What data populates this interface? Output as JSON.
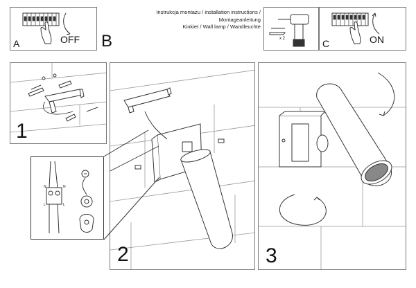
{
  "header": {
    "line1": "Instrukcja montażu / installation instructions / Montageanleitung",
    "line2": "Kinkiet / Wall lamp / Wandleuchte"
  },
  "panel_a": {
    "letter": "A",
    "switch_text": "OFF"
  },
  "panel_b": {
    "letter": "B",
    "screw_count": "x 2"
  },
  "panel_c": {
    "letter": "C",
    "switch_text": "ON"
  },
  "steps": [
    {
      "number": "1"
    },
    {
      "number": "2"
    },
    {
      "number": "3"
    }
  ],
  "wiring": {
    "n_left": "N",
    "l_left": "L",
    "n_right": "N",
    "l_right": "L"
  },
  "colors": {
    "stroke": "#333333",
    "wall_line": "#999999",
    "border": "#777777"
  },
  "icons": [
    "fuse-box-icon",
    "hand-icon",
    "rotate-arrow-icon",
    "drill-icon",
    "screw-icon",
    "wall-plug-icon",
    "ground-symbol-icon",
    "terminal-block-icon"
  ]
}
